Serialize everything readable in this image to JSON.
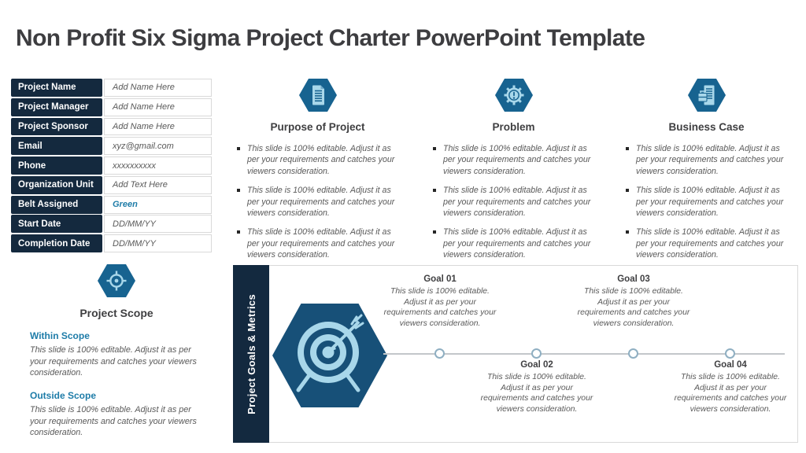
{
  "title": "Non Profit Six Sigma Project Charter PowerPoint Template",
  "colors": {
    "navy": "#13293f",
    "hex_blue": "#176390",
    "hex_blue_dark": "#175078",
    "light_blue": "#a8d7ea",
    "teal_accent": "#1e7ca8",
    "heading_gray": "#3f3f41",
    "body_gray": "#595959",
    "border_gray": "#d9d9d9",
    "timeline_gray": "#c3c7ca"
  },
  "table": {
    "rows": [
      {
        "label": "Project Name",
        "value": "Add Name Here",
        "highlight": false
      },
      {
        "label": "Project Manager",
        "value": "Add Name Here",
        "highlight": false
      },
      {
        "label": "Project Sponsor",
        "value": "Add Name Here",
        "highlight": false
      },
      {
        "label": "Email",
        "value": "xyz@gmail.com",
        "highlight": false
      },
      {
        "label": "Phone",
        "value": "xxxxxxxxxx",
        "highlight": false
      },
      {
        "label": "Organization Unit",
        "value": "Add Text Here",
        "highlight": false
      },
      {
        "label": "Belt Assigned",
        "value": "Green",
        "highlight": true
      },
      {
        "label": "Start Date",
        "value": "DD/MM/YY",
        "highlight": false
      },
      {
        "label": "Completion Date",
        "value": "DD/MM/YY",
        "highlight": false
      }
    ]
  },
  "sections": [
    {
      "icon": "document-icon",
      "title": "Purpose of Project",
      "bullets": [
        "This slide is 100% editable. Adjust it as per your requirements and catches your viewers consideration.",
        "This slide is 100% editable. Adjust it as per your requirements and catches your viewers consideration.",
        "This slide is 100% editable. Adjust it as per your requirements and catches your viewers consideration."
      ]
    },
    {
      "icon": "gear-alert-icon",
      "title": "Problem",
      "bullets": [
        "This slide is 100% editable. Adjust it as per your requirements and catches your viewers consideration.",
        "This slide is 100% editable. Adjust it as per your requirements and catches your viewers consideration.",
        "This slide is 100% editable. Adjust it as per your requirements and catches your viewers consideration."
      ]
    },
    {
      "icon": "report-icon",
      "title": "Business Case",
      "bullets": [
        "This slide is 100% editable. Adjust it as per your requirements and catches your viewers consideration.",
        "This slide is 100% editable. Adjust it as per your requirements and catches your viewers consideration.",
        "This slide is 100% editable. Adjust it as per your requirements and catches your viewers consideration."
      ]
    }
  ],
  "project_scope": {
    "title": "Project Scope",
    "items": [
      {
        "heading": "Within Scope",
        "text": "This slide is 100% editable. Adjust it as per your requirements and catches your viewers consideration."
      },
      {
        "heading": "Outside Scope",
        "text": "This slide is 100% editable. Adjust it as per your requirements and catches your viewers consideration."
      }
    ]
  },
  "goals_panel": {
    "sidebar_label": "Project Goals & Metrics",
    "goals": [
      {
        "title": "Goal 01",
        "position": "above",
        "text": "This slide is 100% editable. Adjust it as per your requirements and catches your viewers consideration."
      },
      {
        "title": "Goal 02",
        "position": "below",
        "text": "This slide is 100% editable. Adjust it as per your requirements and catches your viewers consideration."
      },
      {
        "title": "Goal 03",
        "position": "above",
        "text": "This slide is 100% editable. Adjust it as per your requirements and catches your viewers consideration."
      },
      {
        "title": "Goal 04",
        "position": "below",
        "text": "This slide is 100% editable. Adjust it as per your requirements and catches your viewers consideration."
      }
    ]
  }
}
